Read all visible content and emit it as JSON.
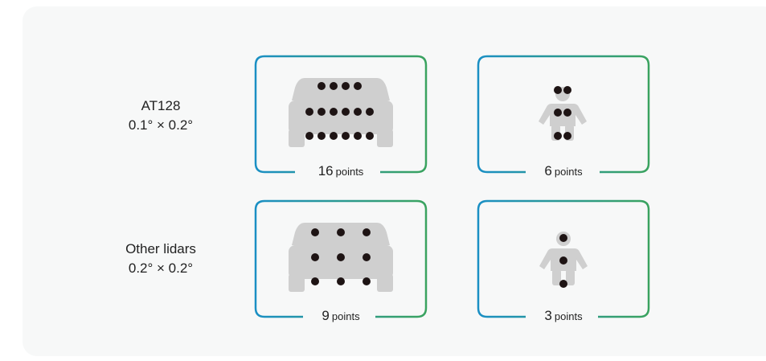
{
  "colors": {
    "gradient_start": "#1a8fc4",
    "gradient_end": "#3aa35f",
    "silhouette": "#cfcfcf",
    "dot": "#1e1414"
  },
  "rows": [
    {
      "label_line1": "AT128",
      "label_line2": "0.1° × 0.2°",
      "cards": [
        {
          "object": "car",
          "icon": "car-icon",
          "count": "16",
          "unit": "points",
          "points_shown": 16
        },
        {
          "object": "person",
          "icon": "person-icon",
          "count": "6",
          "unit": "points",
          "points_shown": 6
        }
      ]
    },
    {
      "label_line1": "Other lidars",
      "label_line2": "0.2° × 0.2°",
      "cards": [
        {
          "object": "car",
          "icon": "car-icon",
          "count": "9",
          "unit": "points",
          "points_shown": 9
        },
        {
          "object": "person",
          "icon": "person-icon",
          "count": "3",
          "unit": "points",
          "points_shown": 3
        }
      ]
    }
  ]
}
